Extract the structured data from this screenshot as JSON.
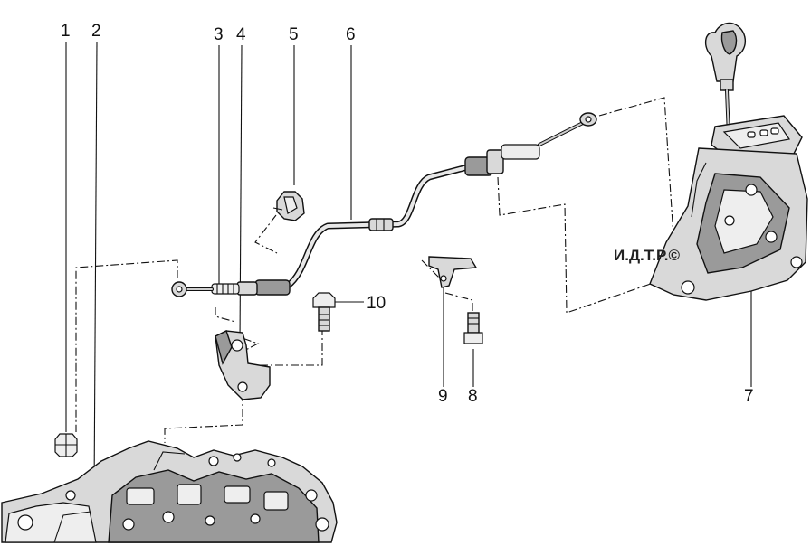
{
  "callouts": {
    "c1": "1",
    "c2": "2",
    "c3": "3",
    "c4": "4",
    "c5": "5",
    "c6": "6",
    "c7": "7",
    "c8": "8",
    "c9": "9",
    "c10": "10"
  },
  "watermark": "И.Д.Т.Р.©"
}
